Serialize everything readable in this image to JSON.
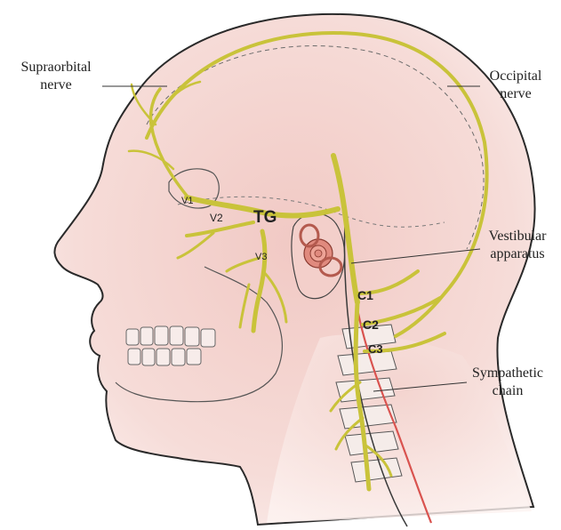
{
  "figure": {
    "callouts": {
      "supraorbital_line1": "Supraorbital",
      "supraorbital_line2": "nerve",
      "occipital_line1": "Occipital",
      "occipital_line2": "nerve",
      "vestibular_line1": "Vestibular",
      "vestibular_line2": "apparatus",
      "sympathetic_line1": "Sympathetic",
      "sympathetic_line2": "chain"
    },
    "nerve_labels": {
      "v1": "V1",
      "v2": "V2",
      "v3": "V3",
      "tg": "TG",
      "c1": "C1",
      "c2": "C2",
      "c3": "C3"
    },
    "colors": {
      "nerve": "#c9c33a",
      "nerve_dark": "#a8a22a",
      "skin": "#f3d7d3",
      "skin_shade": "#e8b9b4",
      "outline": "#2a2a2a",
      "ear": "#e08a7e",
      "artery": "#d9534f"
    }
  }
}
